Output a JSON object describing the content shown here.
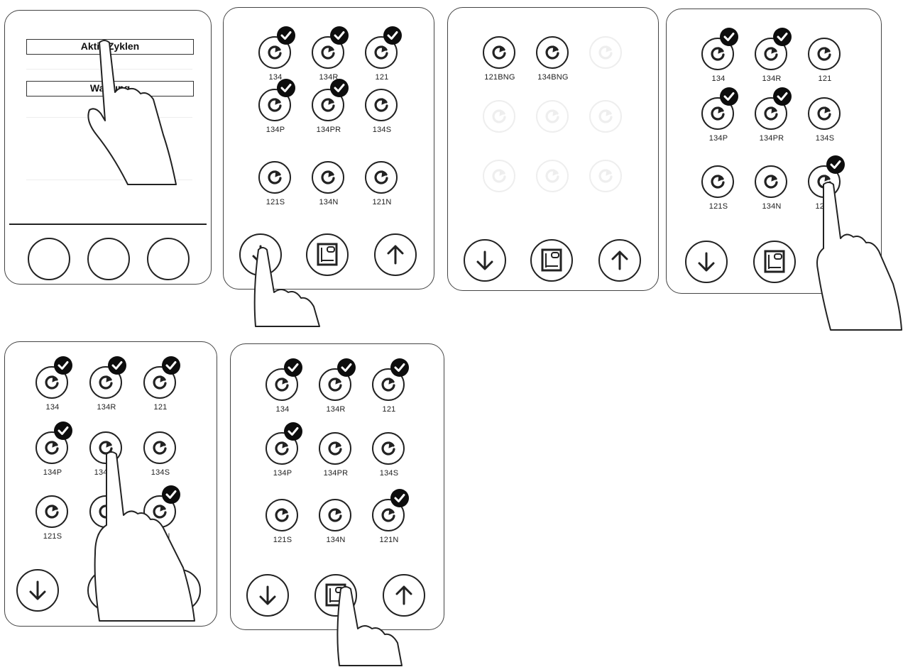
{
  "panel1": {
    "menu": [
      {
        "label": "Aktiv Zyklen"
      },
      {
        "label": "Wartung"
      }
    ]
  },
  "cycles_full": [
    {
      "label": "134"
    },
    {
      "label": "134R"
    },
    {
      "label": "121"
    },
    {
      "label": "134P"
    },
    {
      "label": "134PR"
    },
    {
      "label": "134S"
    },
    {
      "label": "121S"
    },
    {
      "label": "134N"
    },
    {
      "label": "121N"
    }
  ],
  "cycles_bng": [
    {
      "label": "121BNG"
    },
    {
      "label": "134BNG"
    }
  ],
  "selection_states": {
    "panel2": [
      true,
      true,
      true,
      true,
      true,
      false,
      false,
      false,
      false
    ],
    "panel4": [
      true,
      true,
      false,
      true,
      true,
      false,
      false,
      false,
      true
    ],
    "panel5": [
      true,
      true,
      true,
      true,
      false,
      false,
      false,
      false,
      true
    ],
    "panel6": [
      true,
      true,
      true,
      true,
      false,
      false,
      false,
      false,
      true
    ]
  },
  "nav": {
    "down": "arrow-down-icon",
    "menu": "layout-menu-icon",
    "up": "arrow-up-icon"
  },
  "colors": {
    "stroke": "#222222",
    "check_badge": "#0d0d0d",
    "background": "#ffffff"
  }
}
